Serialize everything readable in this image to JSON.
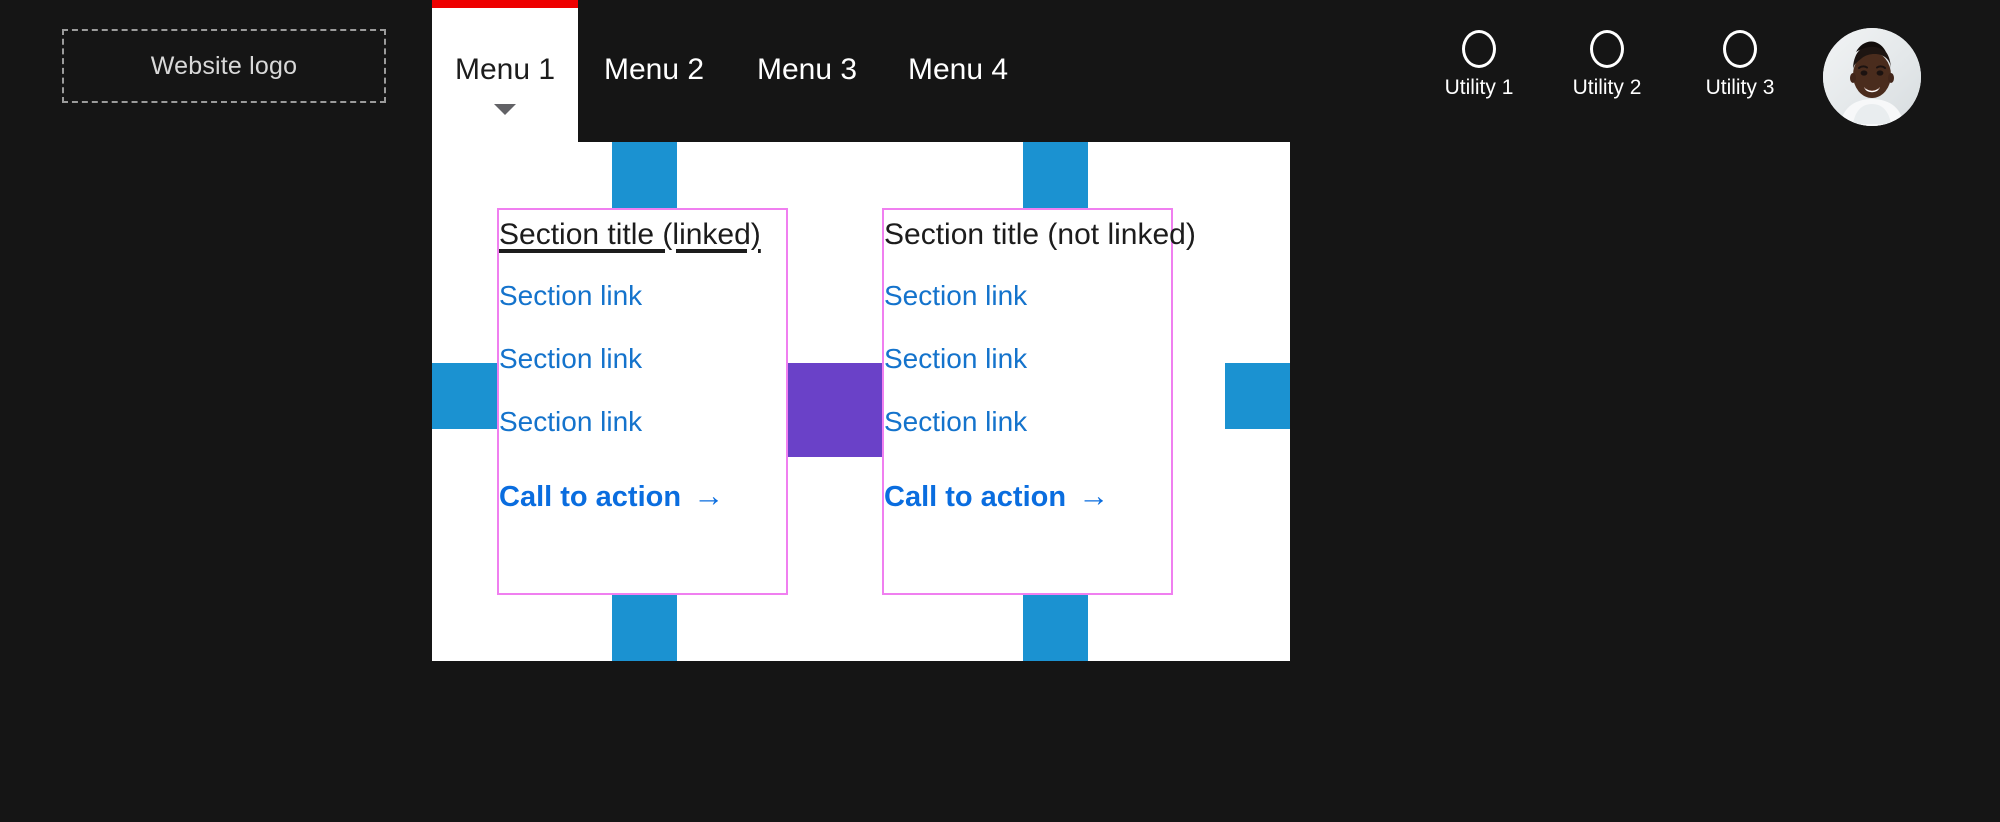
{
  "header": {
    "logo_placeholder_label": "Website logo",
    "menu_items": [
      {
        "label": "Menu 1",
        "active": true
      },
      {
        "label": "Menu 2",
        "active": false
      },
      {
        "label": "Menu 3",
        "active": false
      },
      {
        "label": "Menu 4",
        "active": false
      }
    ],
    "utilities": [
      {
        "label": "Utility 1",
        "icon": "circle-icon"
      },
      {
        "label": "Utility 2",
        "icon": "circle-icon"
      },
      {
        "label": "Utility 3",
        "icon": "circle-icon"
      }
    ],
    "avatar": {
      "icon": "user-avatar-photo"
    },
    "caret_icon": "chevron-down-icon"
  },
  "dropdown": {
    "columns": [
      {
        "title": "Section title (linked)",
        "title_linked": true,
        "links": [
          "Section link",
          "Section link",
          "Section link"
        ],
        "cta": {
          "label": "Call to action",
          "arrow": "→"
        }
      },
      {
        "title": "Section title (not linked)",
        "title_linked": false,
        "links": [
          "Section link",
          "Section link",
          "Section link"
        ],
        "cta": {
          "label": "Call to action",
          "arrow": "→"
        }
      }
    ]
  },
  "colors": {
    "page_background": "#151515",
    "panel_background": "#ffffff",
    "active_tab_rule": "#ee0000",
    "spacing_marker": "#1b92d1",
    "gap_marker": "#6a41c8",
    "content_outline": "#f07ff0",
    "link": "#1473cc",
    "cta": "#0a6ddf",
    "title": "#1c1c1c"
  }
}
